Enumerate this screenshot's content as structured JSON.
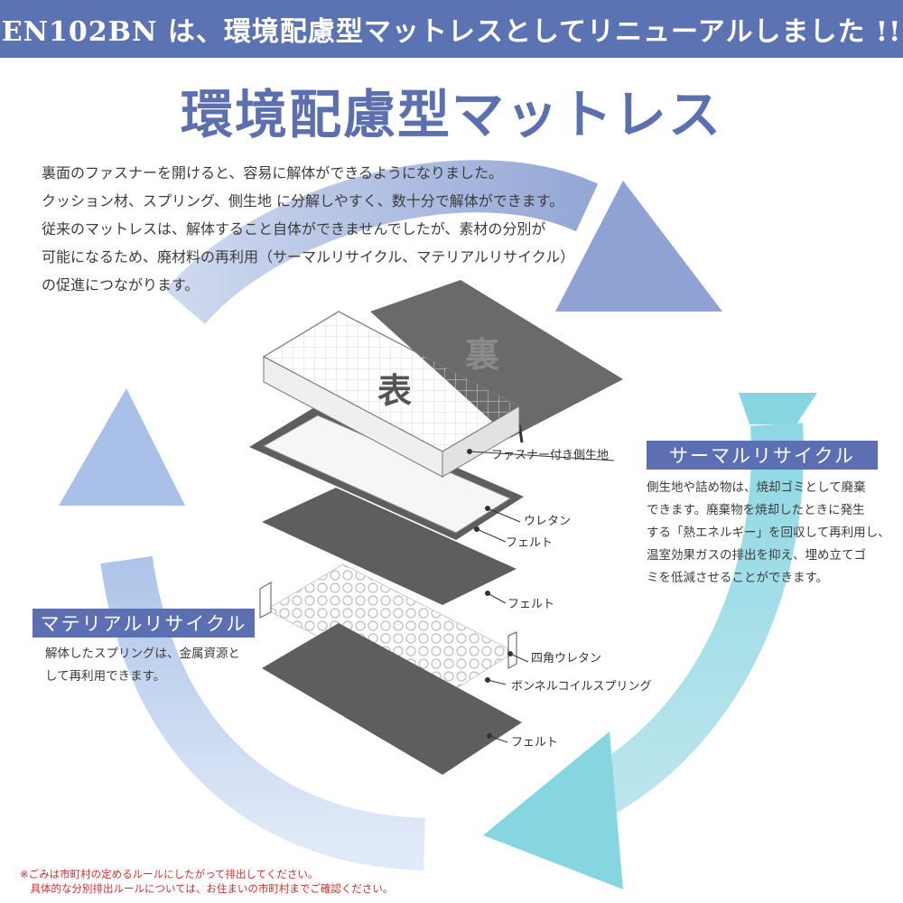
{
  "banner": {
    "text": "EN102BN は、環境配慮型マットレスとしてリニューアルしました !!"
  },
  "title": "環境配慮型マットレス",
  "intro": [
    "裏面のファスナーを開けると、容易に解体ができるようになりました。",
    "クッション材、スプリング、側生地 に分解しやすく、数十分で解体ができます。",
    "従来のマットレスは、解体すること自体ができませんでしたが、素材の分別が",
    "可能になるため、廃材料の再利用（サーマルリサイクル、マテリアルリサイクル）",
    "の促進につながります。"
  ],
  "diagram": {
    "front_label": "表",
    "back_label": "裏",
    "layers": [
      "ファスナー付き側生地",
      "ウレタン",
      "フェルト",
      "フェルト",
      "四角ウレタン",
      "ボンネルコイルスプリング",
      "フェルト"
    ]
  },
  "thermal": {
    "badge": "サーマルリサイクル",
    "lines": [
      "側生地や詰め物は、焼却ゴミとして廃棄",
      "できます。廃棄物を焼却したときに発生",
      "する「熱エネルギー」を回収して再利用し、",
      "温室効果ガスの排出を抑え、埋め立てゴ",
      "ミを低減させることができます。"
    ]
  },
  "material": {
    "badge": "マテリアルリサイクル",
    "lines": [
      "解体したスプリングは、金属資源と",
      "して再利用できます。"
    ]
  },
  "notes": [
    "※ごみは市町村の定めるルールにしたがって排出してください。",
    "　具体的な分別排出ルールについては、お住まいの市町村までご確認ください。"
  ],
  "colors": {
    "banner": "#5b73b3",
    "title": "#5c6fae",
    "badge": "#5b6fb2",
    "felt": "#5e5e5e",
    "arrow_top": "#8fa2d3",
    "arrow_right": "#7fd0df",
    "arrow_left": "#b7cdec",
    "note": "#d0302e"
  }
}
